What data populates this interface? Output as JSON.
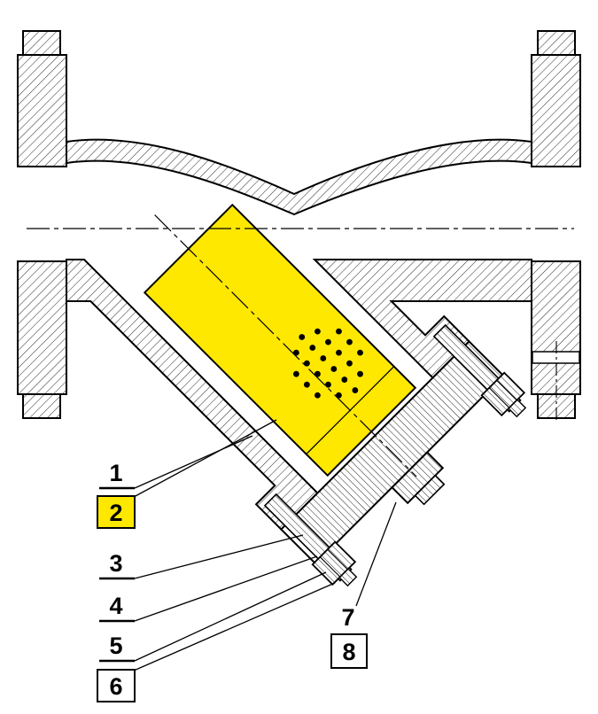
{
  "diagram": {
    "kind": "technical-sectional-drawing",
    "subject": "y-strainer-cross-section",
    "colors": {
      "highlight": "#FFE800",
      "line": "#000000",
      "background": "#FFFFFF"
    },
    "callouts": [
      {
        "label": "1",
        "style": "underline",
        "highlighted": false
      },
      {
        "label": "2",
        "style": "boxed",
        "highlighted": true
      },
      {
        "label": "3",
        "style": "underline",
        "highlighted": false
      },
      {
        "label": "4",
        "style": "underline",
        "highlighted": false
      },
      {
        "label": "5",
        "style": "underline",
        "highlighted": false
      },
      {
        "label": "6",
        "style": "boxed",
        "highlighted": false
      },
      {
        "label": "7",
        "style": "plain",
        "highlighted": false
      },
      {
        "label": "8",
        "style": "boxed",
        "highlighted": false
      }
    ]
  }
}
